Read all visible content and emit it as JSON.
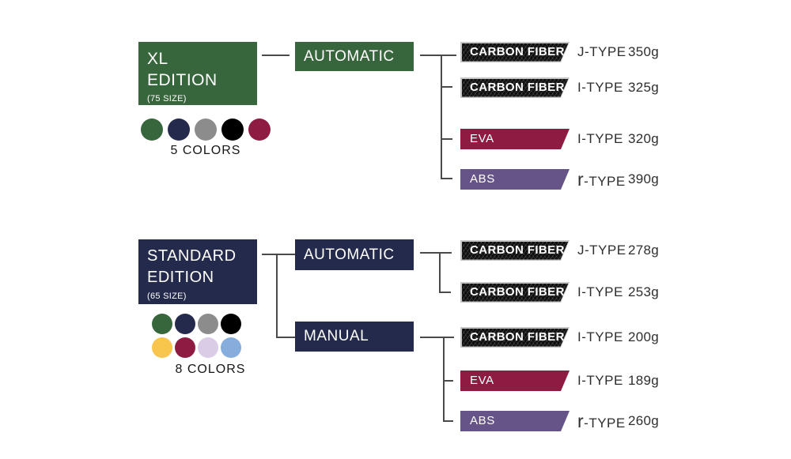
{
  "palette": {
    "green": "#38663C",
    "navy": "#242A4C",
    "eva": "#8E1B42",
    "abs": "#665488",
    "gray": "#8C8C8C",
    "black": "#000000",
    "yellow": "#F8C54D",
    "lavender": "#DACBE7",
    "blue": "#86ADDC",
    "line": "#4A4A4A"
  },
  "xl": {
    "title_line1": "XL",
    "title_line2": "EDITION",
    "size": "(75 SIZE)",
    "colors_label": "5 COLORS",
    "swatches": [
      "#38663C",
      "#242A4C",
      "#8C8C8C",
      "#000000",
      "#8E1B42"
    ],
    "branch_label": "AUTOMATIC",
    "rows": [
      {
        "material": "CARBON FIBER",
        "type_prefix": "J",
        "type_suffix": "-TYPE",
        "weight": "350g"
      },
      {
        "material": "CARBON FIBER",
        "type_prefix": "I",
        "type_suffix": "-TYPE",
        "weight": "325g"
      },
      {
        "material": "EVA",
        "type_prefix": "I",
        "type_suffix": "-TYPE",
        "weight": "320g"
      },
      {
        "material": "ABS",
        "type_prefix": "r",
        "type_suffix": "-TYPE",
        "weight": "390g"
      }
    ]
  },
  "standard": {
    "title_line1": "STANDARD",
    "title_line2": "EDITION",
    "size": "(65 SIZE)",
    "colors_label": "8 COLORS",
    "swatches": [
      "#38663C",
      "#242A4C",
      "#8C8C8C",
      "#000000",
      "#F8C54D",
      "#8E1B42",
      "#DACBE7",
      "#86ADDC"
    ],
    "branches": [
      {
        "label": "AUTOMATIC",
        "rows": [
          {
            "material": "CARBON FIBER",
            "type_prefix": "J",
            "type_suffix": "-TYPE",
            "weight": "278g"
          },
          {
            "material": "CARBON FIBER",
            "type_prefix": "I",
            "type_suffix": "-TYPE",
            "weight": "253g"
          }
        ]
      },
      {
        "label": "MANUAL",
        "rows": [
          {
            "material": "CARBON FIBER",
            "type_prefix": "I",
            "type_suffix": "-TYPE",
            "weight": "200g"
          },
          {
            "material": "EVA",
            "type_prefix": "I",
            "type_suffix": "-TYPE",
            "weight": "189g"
          },
          {
            "material": "ABS",
            "type_prefix": "r",
            "type_suffix": "-TYPE",
            "weight": "260g"
          }
        ]
      }
    ]
  }
}
